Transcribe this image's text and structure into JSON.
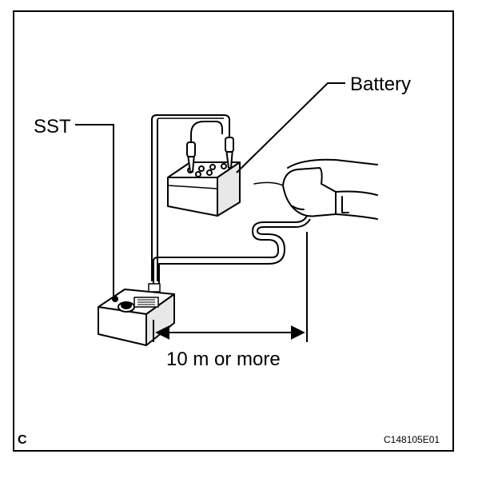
{
  "labels": {
    "sst": "SST",
    "battery": "Battery",
    "distance": "10 m or more",
    "corner_letter": "C",
    "figure_code": "C148105E01"
  }
}
